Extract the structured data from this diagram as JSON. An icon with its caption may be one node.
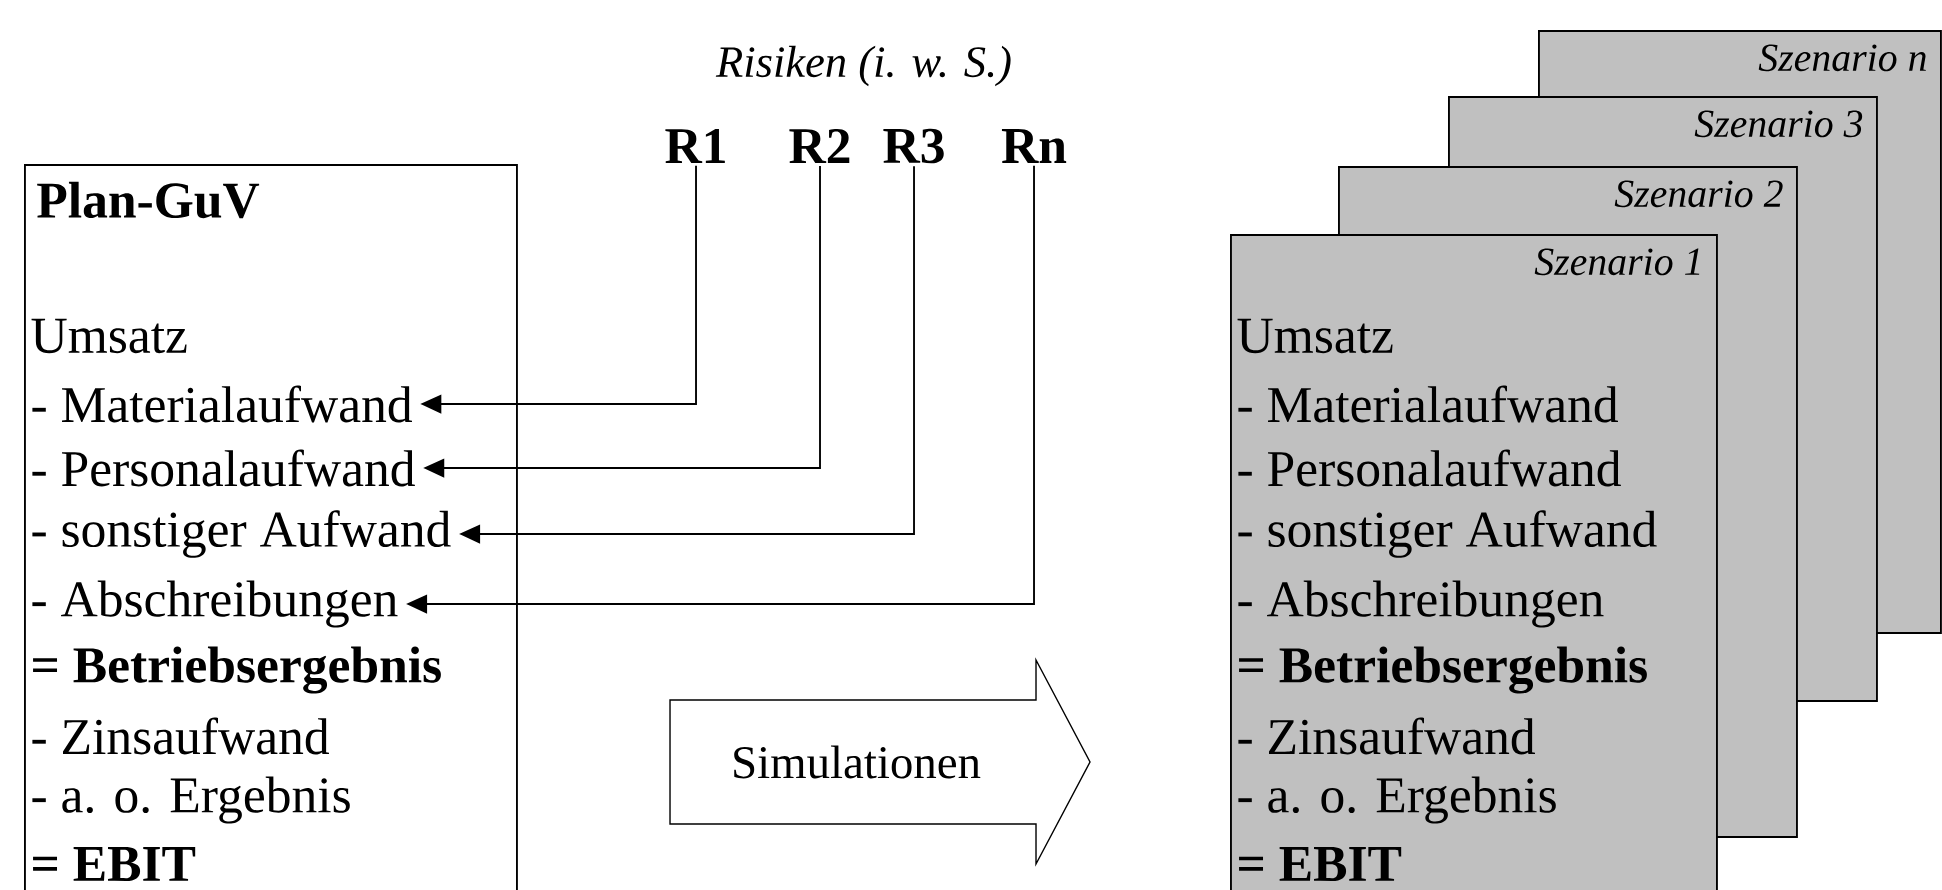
{
  "diagram": {
    "nodes": [
      {
        "text": [
          "Plan-GuV"
        ]
      },
      {
        "text": [
          "Umsatz"
        ],
        "in": 0
      },
      {
        "text": [
          "- Materialaufwand"
        ],
        "in": 0
      },
      {
        "text": [
          "- Personalaufwand"
        ],
        "in": 0
      },
      {
        "text": [
          "- sonstiger Aufwand"
        ],
        "in": 0
      },
      {
        "text": [
          "- Abschreibungen"
        ],
        "in": 0
      },
      {
        "text": [
          "= Betriebsergebnis"
        ],
        "in": 0
      },
      {
        "text": [
          "- Zinsaufwand"
        ],
        "in": 0
      },
      {
        "text": [
          "- a. o. Ergebnis"
        ],
        "in": 0
      },
      {
        "text": [
          "= EBIT"
        ],
        "in": 0
      },
      {
        "text": [
          "R1"
        ]
      },
      {
        "text": [
          "R2"
        ]
      },
      {
        "text": [
          "R3"
        ]
      },
      {
        "text": [
          "Rn"
        ]
      },
      {
        "text": [
          "Simulationen"
        ]
      },
      {
        "text": [
          "Szenario 1"
        ]
      },
      {
        "text": [
          "Umsatz"
        ],
        "in": 15
      },
      {
        "text": [
          "- Materialaufwand"
        ],
        "in": 15
      },
      {
        "text": [
          "- Personalaufwand"
        ],
        "in": 15
      },
      {
        "text": [
          "- sonstiger Aufwand"
        ],
        "in": 15
      },
      {
        "text": [
          "- Abschreibungen"
        ],
        "in": 15
      },
      {
        "text": [
          "= Betriebsergebnis"
        ],
        "in": 15
      },
      {
        "text": [
          "- Zinsaufwand"
        ],
        "in": 15
      },
      {
        "text": [
          "- a. o. Ergebnis"
        ],
        "in": 15
      },
      {
        "text": [
          "= EBIT"
        ],
        "in": 15
      },
      {
        "text": [
          "Szenario 2"
        ]
      },
      {
        "text": [
          "Szenario 3"
        ]
      },
      {
        "text": [
          "Szenario n"
        ]
      }
    ],
    "edges": [
      {
        "from": 10,
        "to": 2,
        "arrow": "to"
      },
      {
        "from": 11,
        "to": 3,
        "arrow": "to"
      },
      {
        "from": 12,
        "to": 4,
        "arrow": "to"
      },
      {
        "from": 13,
        "to": 5,
        "arrow": "to"
      }
    ],
    "labels": [
      "Risiken (i. w. S.)"
    ]
  }
}
